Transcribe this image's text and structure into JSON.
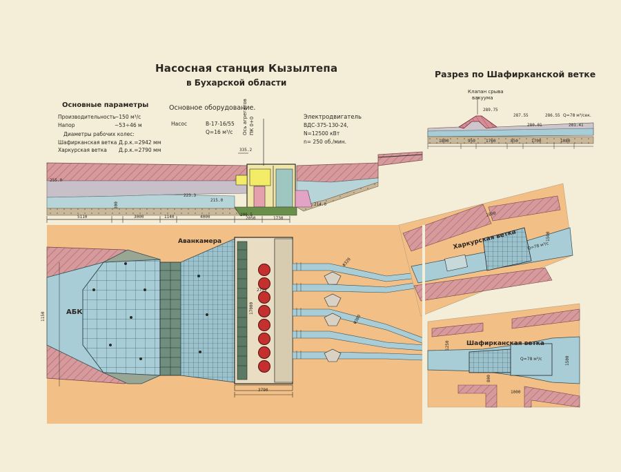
{
  "title": "Насосная станция Кызылтепа",
  "subtitle": "в Бухарской области",
  "section_title": "Разрез по Шафирканской ветке",
  "params": {
    "heading": "Основные параметры",
    "rows": [
      {
        "label": "Производительность",
        "value": "~150 м³/с"
      },
      {
        "label": "Напор",
        "value": "~53÷46 м"
      },
      {
        "label": "Диаметры рабочих колес:",
        "value": ""
      },
      {
        "label": "Шафирканская ветка",
        "value": "Д.р.к.=2942 мм"
      },
      {
        "label": "Харкурская ветка",
        "value": "Д.р.к.=2790 мм"
      }
    ]
  },
  "equipment": {
    "heading": "Основное оборудование.",
    "pump_label": "Насос",
    "pump_type": "В-17-16/55",
    "pump_q": "Q=16 м³/с"
  },
  "motor": {
    "heading": "Электродвигатель",
    "type": "ВДС-375-130-24,",
    "power": "N=12500 кВт",
    "speed": "n= 250 об./мин."
  },
  "axis_label": "Ось агрегатов",
  "axis_label2": "ПК 0+0",
  "profile_elevations": [
    "255.0",
    "223.3",
    "215.0",
    "206.5",
    "214.0",
    "335.2"
  ],
  "profile_dims": [
    "5110",
    "300",
    "3000",
    "1140",
    "4000",
    "2050",
    "1730"
  ],
  "section": {
    "valve_label_1": "Клапан срыва",
    "valve_label_2": "вакуума",
    "elevations": [
      "289.75",
      "287.55",
      "286.55",
      "Q=78 м³/сек.",
      "280.01",
      "281.41"
    ],
    "dims": [
      "1800",
      "950",
      "1760",
      "850",
      "1700",
      "1080"
    ]
  },
  "plan": {
    "avankamera": "Аванкамера",
    "abk": "АБК",
    "left_dim": "1150",
    "width_dim": "3790",
    "height_dim": "17000",
    "mid_dim": "2759",
    "pipe_dims": [
      "Ф320",
      "Ф380"
    ]
  },
  "kharkur": {
    "label": "Харкурская ветка",
    "dims": [
      "1000",
      "1500",
      "Q=78 м³/с"
    ]
  },
  "shafirkan": {
    "label": "Шафирканская ветка",
    "dims": [
      "1250",
      "1000",
      "Q=78 м³/с",
      "800",
      "1500"
    ]
  }
}
